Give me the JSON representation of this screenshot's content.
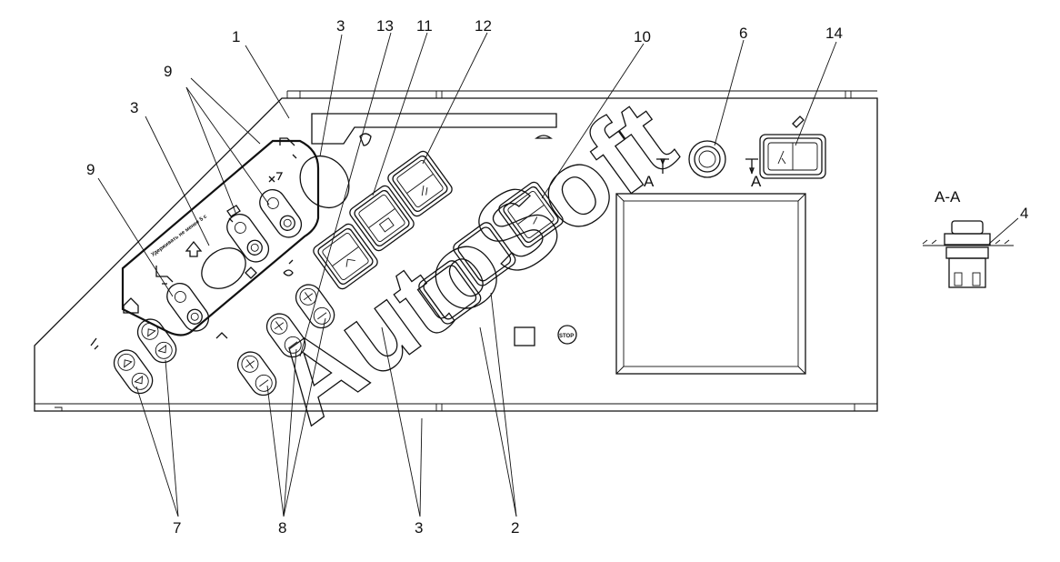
{
  "labels": {
    "l1": "1",
    "l2": "2",
    "l3a": "3",
    "l3b": "3",
    "l3c": "3",
    "l4": "4",
    "l6": "6",
    "l7": "7",
    "l8": "8",
    "l9a": "9",
    "l9b": "9",
    "l10": "10",
    "l11": "11",
    "l12": "12",
    "l13": "13",
    "l14": "14"
  },
  "section": {
    "title": "A-A",
    "mark_left": "A",
    "mark_right": "A"
  },
  "panel": {
    "stop_text": "STOP",
    "curve_text": "Удерживать не менее 5 с"
  },
  "watermark": "AutoSoft"
}
